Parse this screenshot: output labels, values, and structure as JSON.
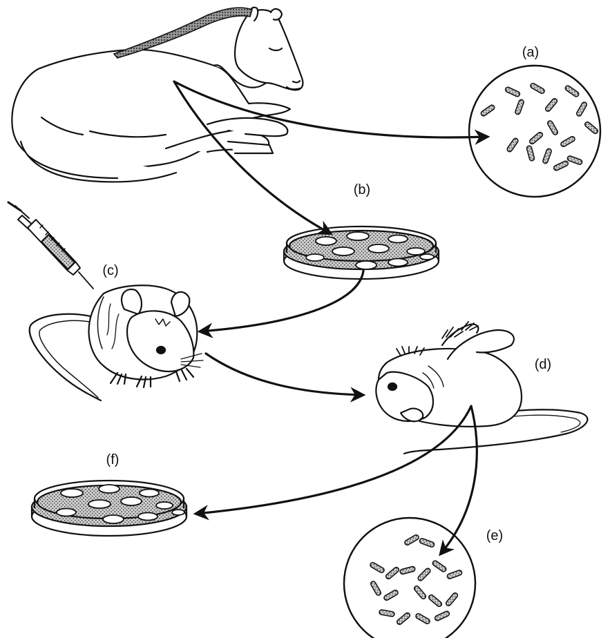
{
  "diagram": {
    "labels": {
      "a": "(a)",
      "b": "(b)",
      "c": "(c)",
      "d": "(d)",
      "e": "(e)",
      "f": "(f)"
    },
    "stroke_color": "#111111",
    "fill_color": "#ffffff",
    "stipple_color": "#777777"
  }
}
